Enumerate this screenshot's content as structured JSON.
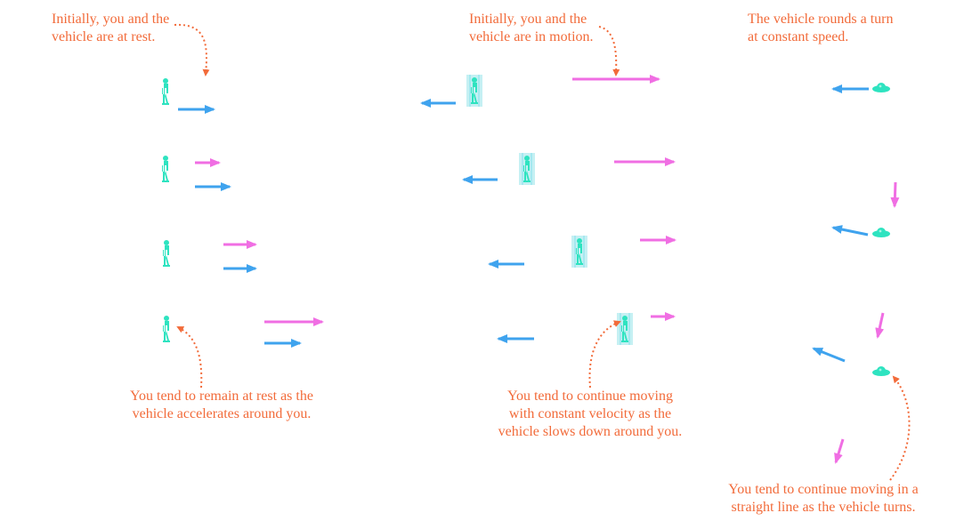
{
  "colors": {
    "caption": "#f26b3a",
    "dotted_leader": "#f26b3a",
    "velocity_arrow": "#f06ee3",
    "acceleration_arrow": "#3fa3ee",
    "figure": "#2ee3c0",
    "figure_shadow": "#bfeef2"
  },
  "panels": {
    "rest": {
      "top_caption": "Initially, you and the\nvehicle are at rest.",
      "bottom_caption": "You tend to remain at rest as the\nvehicle accelerates around you."
    },
    "motion": {
      "top_caption": "Initially, you and the\nvehicle are in motion.",
      "bottom_caption": "You tend to continue moving\nwith constant velocity as the\nvehicle slows down around you."
    },
    "turn": {
      "top_caption": "The vehicle rounds a turn\nat constant speed.",
      "bottom_caption": "You tend to continue moving in a\nstraight line as the vehicle turns."
    }
  },
  "icons": {
    "person": "standing-person-icon",
    "person_top_view": "person-top-view-icon",
    "velocity": "magenta-arrow-icon",
    "acceleration": "blue-arrow-icon"
  }
}
